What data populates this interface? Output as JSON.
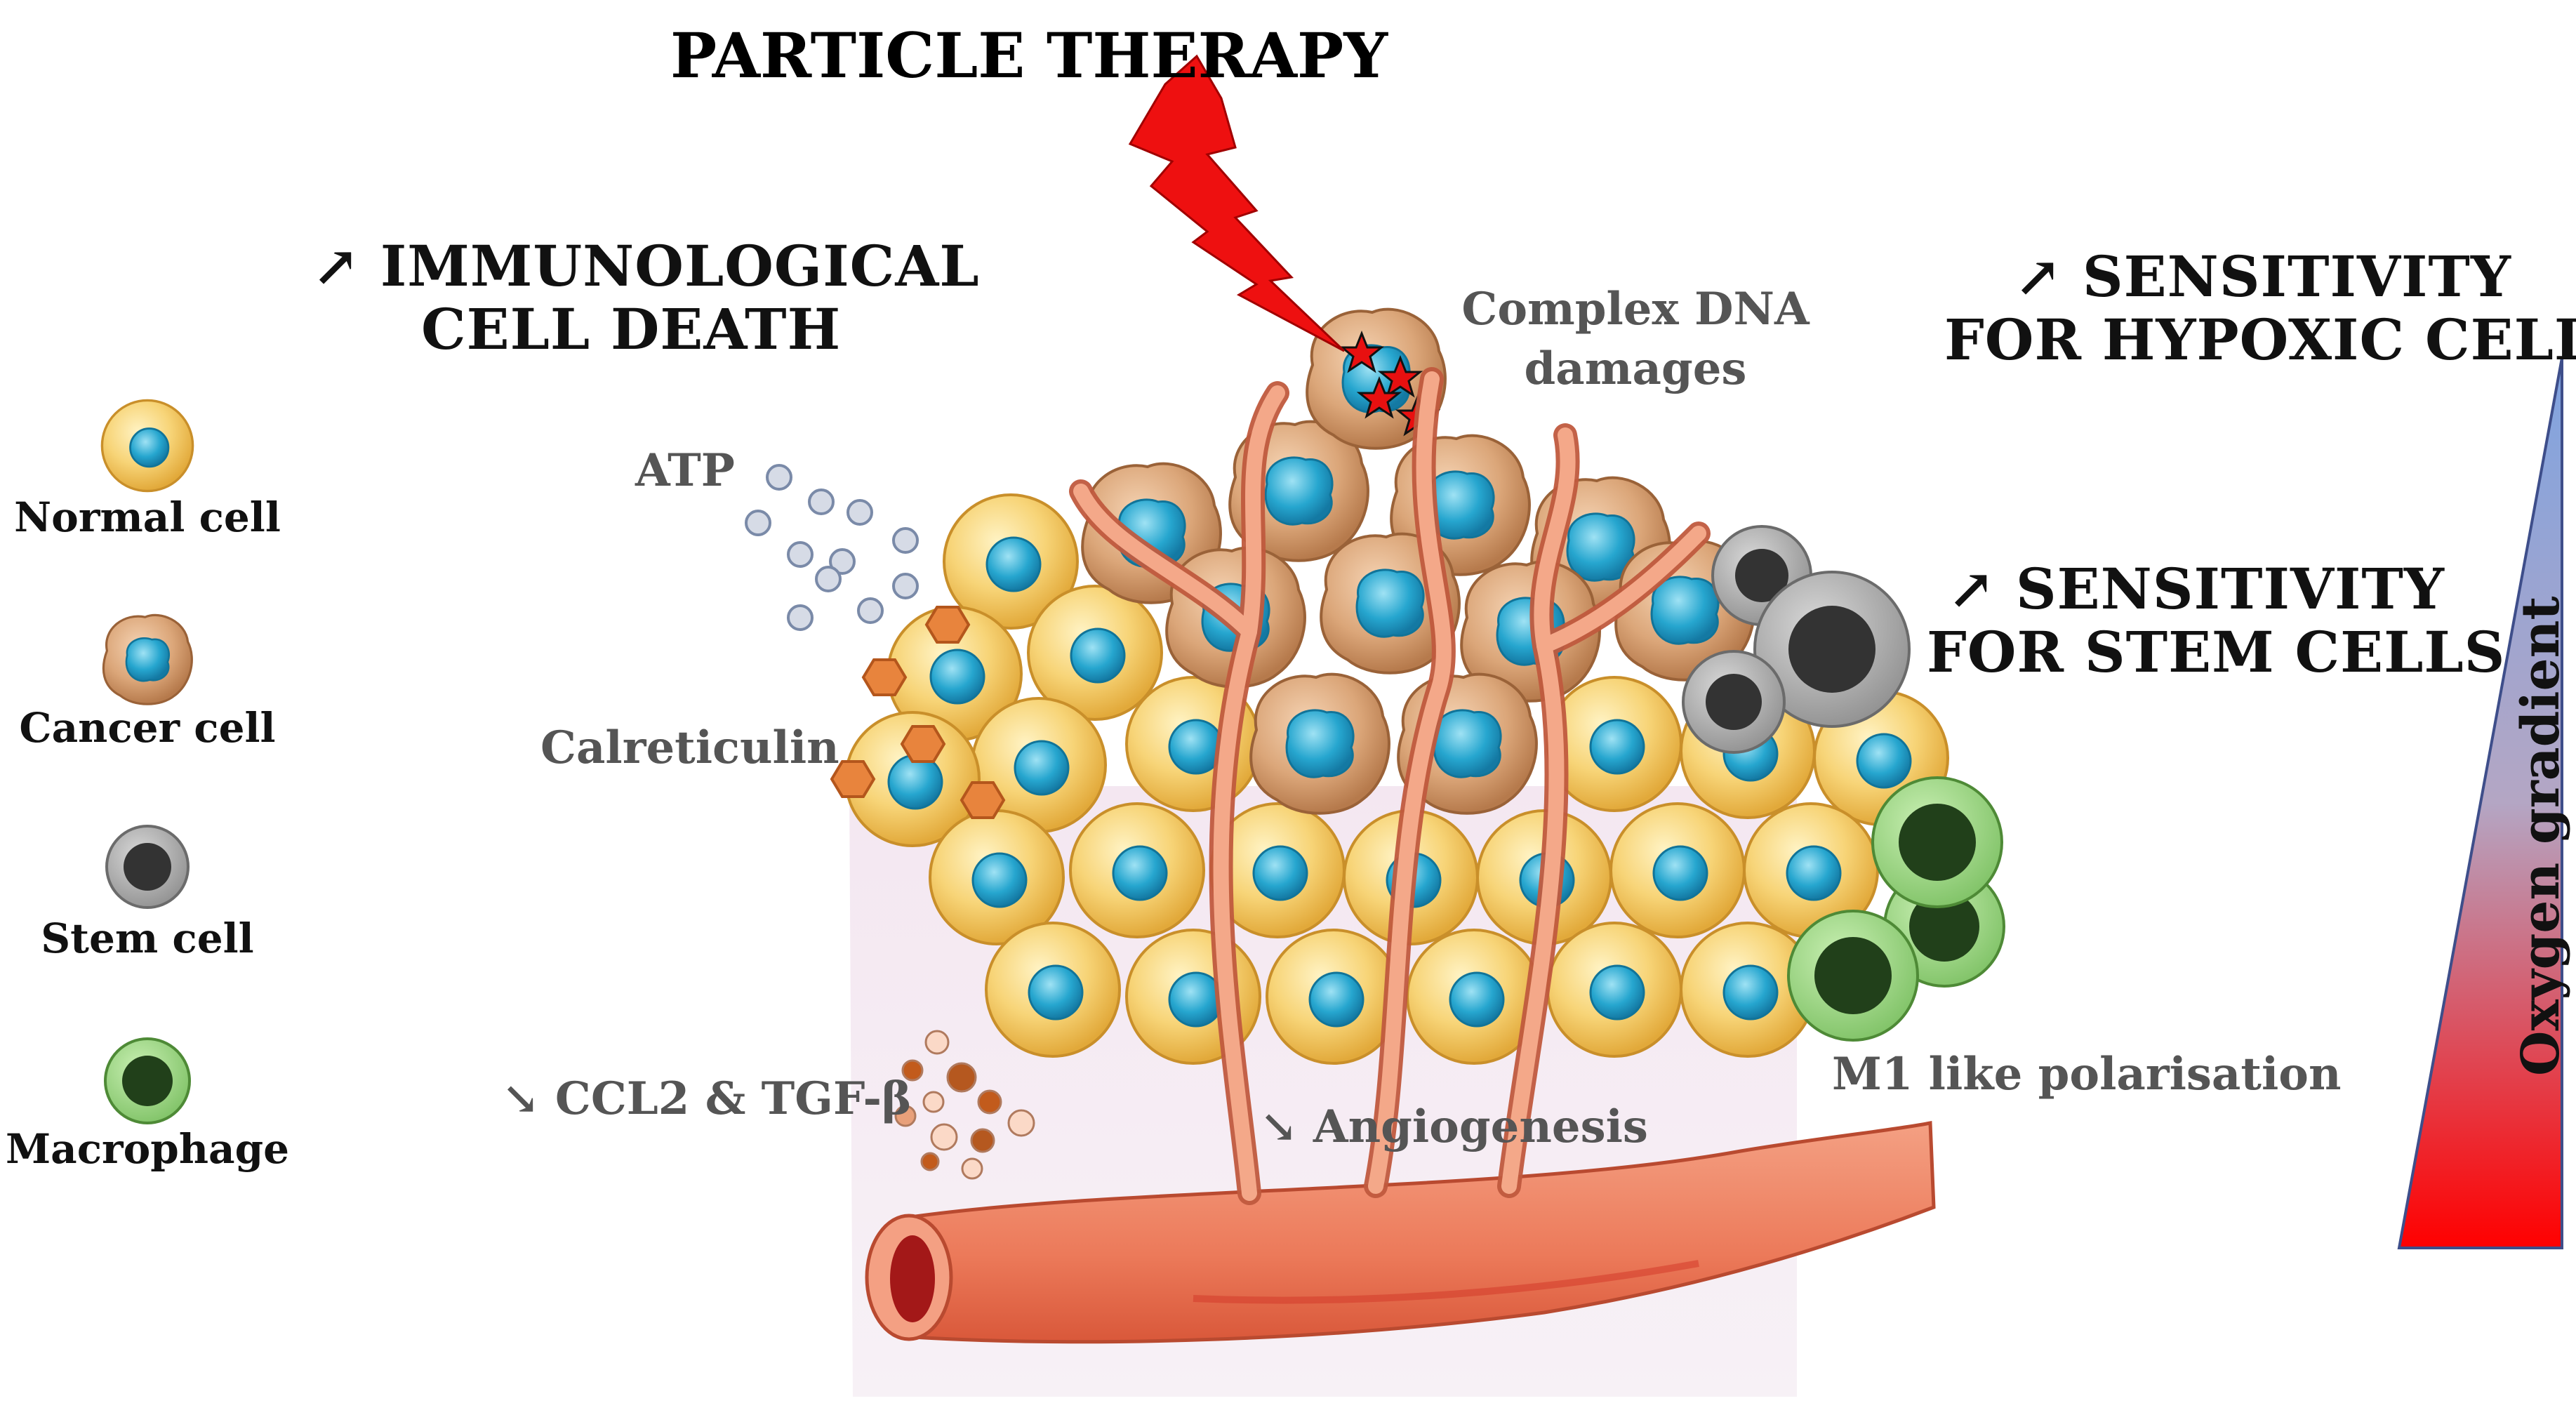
{
  "title": "PARTICLE THERAPY",
  "effects": {
    "immunological_line1": "↗ IMMUNOLOGICAL",
    "immunological_line2": "CELL DEATH",
    "dna_line1": "Complex DNA",
    "dna_line2": "damages",
    "hypoxic_line1": "↗ SENSITIVITY",
    "hypoxic_line2": "FOR HYPOXIC CELLS",
    "stem_line1": "↗ SENSITIVITY",
    "stem_line2": "FOR STEM CELLS",
    "atp": "ATP",
    "calreticulin": "Calreticulin",
    "ccl2": "↘ CCL2 & TGF-β",
    "angiogenesis": "↘ Angiogenesis",
    "m1": "M1 like polarisation"
  },
  "legend": {
    "items": [
      {
        "label": "Normal cell",
        "icon": "normal-cell-icon"
      },
      {
        "label": "Cancer cell",
        "icon": "cancer-cell-icon"
      },
      {
        "label": "Stem cell",
        "icon": "stem-cell-icon"
      },
      {
        "label": "Macrophage",
        "icon": "macrophage-icon"
      }
    ]
  },
  "gradient": {
    "label": "Oxygen gradient",
    "top_color": "#6f95d8",
    "bottom_color": "#ff0000"
  },
  "colors": {
    "normal_cell": "#f6cf6a",
    "nucleus": "#27a8cf",
    "cancer_cell": "#d9a273",
    "stem_cell": "#a8a8a8",
    "macrophage": "#9fd585",
    "vessel": "#f08a6c",
    "lightning": "#e81010",
    "calreticulin": "#e87a35"
  }
}
